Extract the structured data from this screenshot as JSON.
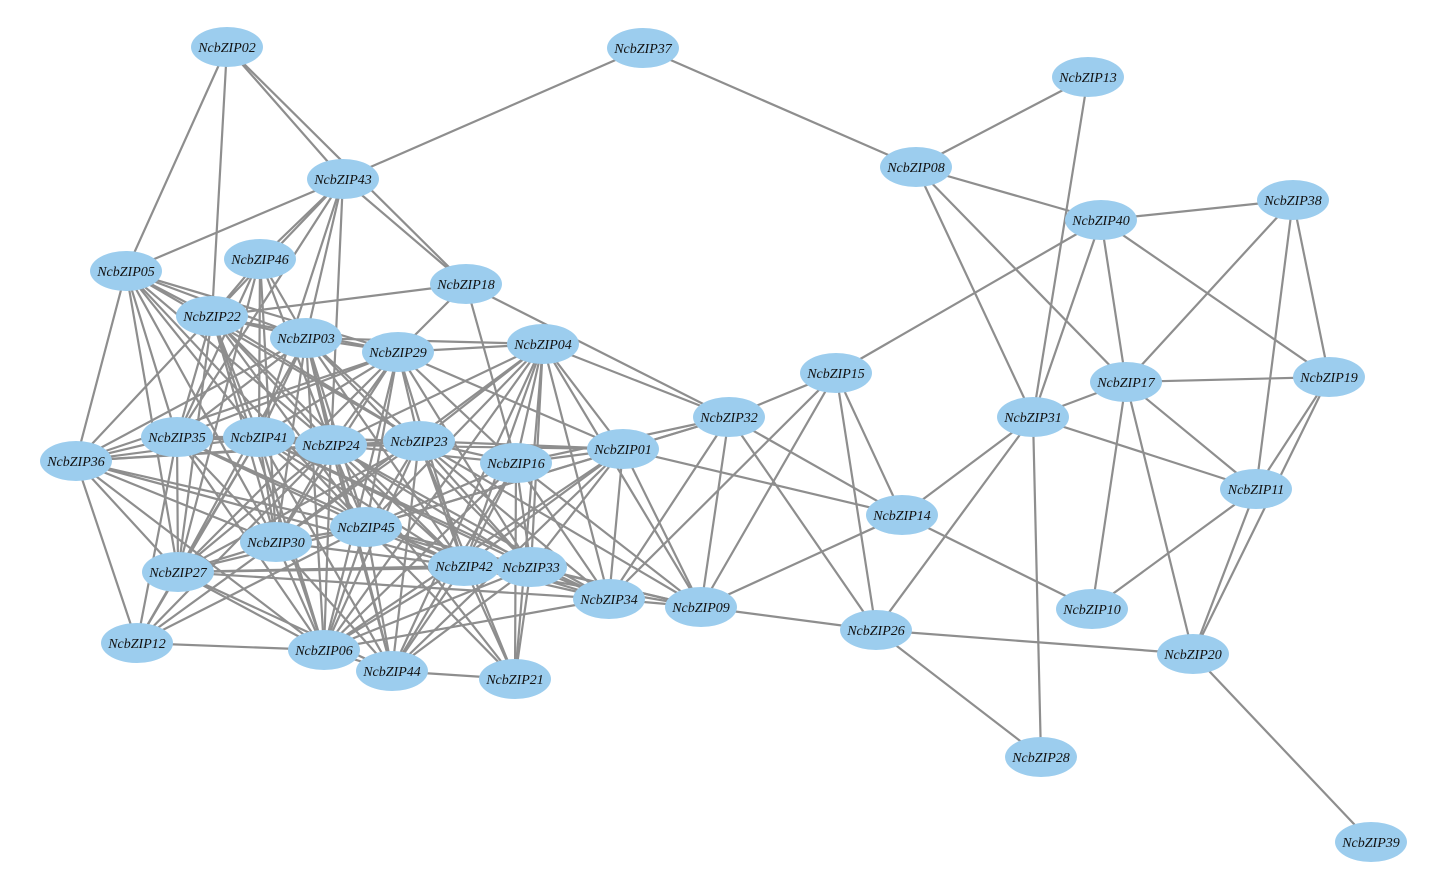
{
  "style": {
    "node_fill": "#9ccdee",
    "edge_color": "#8e8e8e"
  },
  "nodes": [
    "NcbZIP02",
    "NcbZIP37",
    "NcbZIP13",
    "NcbZIP43",
    "NcbZIP08",
    "NcbZIP38",
    "NcbZIP40",
    "NcbZIP46",
    "NcbZIP05",
    "NcbZIP18",
    "NcbZIP22",
    "NcbZIP03",
    "NcbZIP04",
    "NcbZIP29",
    "NcbZIP15",
    "NcbZIP17",
    "NcbZIP19",
    "NcbZIP31",
    "NcbZIP32",
    "NcbZIP35",
    "NcbZIP41",
    "NcbZIP23",
    "NcbZIP36",
    "NcbZIP24",
    "NcbZIP01",
    "NcbZIP16",
    "NcbZIP11",
    "NcbZIP14",
    "NcbZIP45",
    "NcbZIP30",
    "NcbZIP42",
    "NcbZIP33",
    "NcbZIP27",
    "NcbZIP34",
    "NcbZIP09",
    "NcbZIP10",
    "NcbZIP12",
    "NcbZIP26",
    "NcbZIP06",
    "NcbZIP20",
    "NcbZIP44",
    "NcbZIP21",
    "NcbZIP28",
    "NcbZIP39"
  ],
  "edges": [
    [
      "NcbZIP02",
      "NcbZIP43"
    ],
    [
      "NcbZIP02",
      "NcbZIP05"
    ],
    [
      "NcbZIP02",
      "NcbZIP22"
    ],
    [
      "NcbZIP02",
      "NcbZIP18"
    ],
    [
      "NcbZIP37",
      "NcbZIP43"
    ],
    [
      "NcbZIP37",
      "NcbZIP08"
    ],
    [
      "NcbZIP13",
      "NcbZIP08"
    ],
    [
      "NcbZIP13",
      "NcbZIP31"
    ],
    [
      "NcbZIP08",
      "NcbZIP40"
    ],
    [
      "NcbZIP08",
      "NcbZIP31"
    ],
    [
      "NcbZIP08",
      "NcbZIP17"
    ],
    [
      "NcbZIP40",
      "NcbZIP38"
    ],
    [
      "NcbZIP40",
      "NcbZIP15"
    ],
    [
      "NcbZIP40",
      "NcbZIP17"
    ],
    [
      "NcbZIP40",
      "NcbZIP19"
    ],
    [
      "NcbZIP40",
      "NcbZIP31"
    ],
    [
      "NcbZIP38",
      "NcbZIP17"
    ],
    [
      "NcbZIP38",
      "NcbZIP19"
    ],
    [
      "NcbZIP38",
      "NcbZIP11"
    ],
    [
      "NcbZIP17",
      "NcbZIP19"
    ],
    [
      "NcbZIP17",
      "NcbZIP31"
    ],
    [
      "NcbZIP17",
      "NcbZIP11"
    ],
    [
      "NcbZIP17",
      "NcbZIP10"
    ],
    [
      "NcbZIP17",
      "NcbZIP20"
    ],
    [
      "NcbZIP19",
      "NcbZIP11"
    ],
    [
      "NcbZIP19",
      "NcbZIP20"
    ],
    [
      "NcbZIP31",
      "NcbZIP11"
    ],
    [
      "NcbZIP31",
      "NcbZIP14"
    ],
    [
      "NcbZIP31",
      "NcbZIP26"
    ],
    [
      "NcbZIP31",
      "NcbZIP28"
    ],
    [
      "NcbZIP11",
      "NcbZIP10"
    ],
    [
      "NcbZIP11",
      "NcbZIP20"
    ],
    [
      "NcbZIP20",
      "NcbZIP26"
    ],
    [
      "NcbZIP20",
      "NcbZIP39"
    ],
    [
      "NcbZIP26",
      "NcbZIP28"
    ],
    [
      "NcbZIP26",
      "NcbZIP09"
    ],
    [
      "NcbZIP26",
      "NcbZIP15"
    ],
    [
      "NcbZIP26",
      "NcbZIP32"
    ],
    [
      "NcbZIP14",
      "NcbZIP10"
    ],
    [
      "NcbZIP14",
      "NcbZIP15"
    ],
    [
      "NcbZIP14",
      "NcbZIP32"
    ],
    [
      "NcbZIP14",
      "NcbZIP01"
    ],
    [
      "NcbZIP14",
      "NcbZIP09"
    ],
    [
      "NcbZIP15",
      "NcbZIP32"
    ],
    [
      "NcbZIP15",
      "NcbZIP09"
    ],
    [
      "NcbZIP15",
      "NcbZIP34"
    ],
    [
      "NcbZIP32",
      "NcbZIP01"
    ],
    [
      "NcbZIP32",
      "NcbZIP04"
    ],
    [
      "NcbZIP32",
      "NcbZIP18"
    ],
    [
      "NcbZIP32",
      "NcbZIP09"
    ],
    [
      "NcbZIP32",
      "NcbZIP16"
    ],
    [
      "NcbZIP32",
      "NcbZIP45"
    ],
    [
      "NcbZIP32",
      "NcbZIP34"
    ],
    [
      "NcbZIP09",
      "NcbZIP01"
    ],
    [
      "NcbZIP09",
      "NcbZIP34"
    ],
    [
      "NcbZIP09",
      "NcbZIP33"
    ],
    [
      "NcbZIP09",
      "NcbZIP04"
    ],
    [
      "NcbZIP09",
      "NcbZIP16"
    ],
    [
      "NcbZIP09",
      "NcbZIP42"
    ],
    [
      "NcbZIP09",
      "NcbZIP23"
    ],
    [
      "NcbZIP43",
      "NcbZIP05"
    ],
    [
      "NcbZIP43",
      "NcbZIP46"
    ],
    [
      "NcbZIP43",
      "NcbZIP22"
    ],
    [
      "NcbZIP43",
      "NcbZIP03"
    ],
    [
      "NcbZIP43",
      "NcbZIP18"
    ],
    [
      "NcbZIP43",
      "NcbZIP35"
    ],
    [
      "NcbZIP43",
      "NcbZIP41"
    ],
    [
      "NcbZIP43",
      "NcbZIP24"
    ],
    [
      "NcbZIP18",
      "NcbZIP22"
    ],
    [
      "NcbZIP18",
      "NcbZIP29"
    ],
    [
      "NcbZIP18",
      "NcbZIP16"
    ],
    [
      "NcbZIP05",
      "NcbZIP22"
    ],
    [
      "NcbZIP05",
      "NcbZIP03"
    ],
    [
      "NcbZIP05",
      "NcbZIP36"
    ],
    [
      "NcbZIP05",
      "NcbZIP35"
    ],
    [
      "NcbZIP05",
      "NcbZIP41"
    ],
    [
      "NcbZIP05",
      "NcbZIP24"
    ],
    [
      "NcbZIP05",
      "NcbZIP27"
    ],
    [
      "NcbZIP05",
      "NcbZIP30"
    ],
    [
      "NcbZIP05",
      "NcbZIP45"
    ],
    [
      "NcbZIP05",
      "NcbZIP29"
    ],
    [
      "NcbZIP05",
      "NcbZIP23"
    ],
    [
      "NcbZIP46",
      "NcbZIP22"
    ],
    [
      "NcbZIP46",
      "NcbZIP03"
    ],
    [
      "NcbZIP46",
      "NcbZIP35"
    ],
    [
      "NcbZIP46",
      "NcbZIP41"
    ],
    [
      "NcbZIP46",
      "NcbZIP24"
    ],
    [
      "NcbZIP46",
      "NcbZIP27"
    ],
    [
      "NcbZIP46",
      "NcbZIP30"
    ],
    [
      "NcbZIP22",
      "NcbZIP03"
    ],
    [
      "NcbZIP22",
      "NcbZIP29"
    ],
    [
      "NcbZIP22",
      "NcbZIP35"
    ],
    [
      "NcbZIP22",
      "NcbZIP41"
    ],
    [
      "NcbZIP22",
      "NcbZIP24"
    ],
    [
      "NcbZIP22",
      "NcbZIP36"
    ],
    [
      "NcbZIP22",
      "NcbZIP27"
    ],
    [
      "NcbZIP22",
      "NcbZIP30"
    ],
    [
      "NcbZIP22",
      "NcbZIP45"
    ],
    [
      "NcbZIP22",
      "NcbZIP23"
    ],
    [
      "NcbZIP22",
      "NcbZIP42"
    ],
    [
      "NcbZIP22",
      "NcbZIP06"
    ],
    [
      "NcbZIP03",
      "NcbZIP29"
    ],
    [
      "NcbZIP03",
      "NcbZIP04"
    ],
    [
      "NcbZIP03",
      "NcbZIP35"
    ],
    [
      "NcbZIP03",
      "NcbZIP41"
    ],
    [
      "NcbZIP03",
      "NcbZIP24"
    ],
    [
      "NcbZIP03",
      "NcbZIP23"
    ],
    [
      "NcbZIP03",
      "NcbZIP36"
    ],
    [
      "NcbZIP03",
      "NcbZIP27"
    ],
    [
      "NcbZIP03",
      "NcbZIP30"
    ],
    [
      "NcbZIP03",
      "NcbZIP45"
    ],
    [
      "NcbZIP03",
      "NcbZIP42"
    ],
    [
      "NcbZIP03",
      "NcbZIP33"
    ],
    [
      "NcbZIP03",
      "NcbZIP06"
    ],
    [
      "NcbZIP03",
      "NcbZIP44"
    ],
    [
      "NcbZIP29",
      "NcbZIP04"
    ],
    [
      "NcbZIP29",
      "NcbZIP35"
    ],
    [
      "NcbZIP29",
      "NcbZIP41"
    ],
    [
      "NcbZIP29",
      "NcbZIP24"
    ],
    [
      "NcbZIP29",
      "NcbZIP23"
    ],
    [
      "NcbZIP29",
      "NcbZIP16"
    ],
    [
      "NcbZIP29",
      "NcbZIP01"
    ],
    [
      "NcbZIP29",
      "NcbZIP36"
    ],
    [
      "NcbZIP29",
      "NcbZIP27"
    ],
    [
      "NcbZIP29",
      "NcbZIP30"
    ],
    [
      "NcbZIP29",
      "NcbZIP45"
    ],
    [
      "NcbZIP29",
      "NcbZIP42"
    ],
    [
      "NcbZIP29",
      "NcbZIP33"
    ],
    [
      "NcbZIP29",
      "NcbZIP06"
    ],
    [
      "NcbZIP04",
      "NcbZIP24"
    ],
    [
      "NcbZIP04",
      "NcbZIP23"
    ],
    [
      "NcbZIP04",
      "NcbZIP16"
    ],
    [
      "NcbZIP04",
      "NcbZIP01"
    ],
    [
      "NcbZIP04",
      "NcbZIP45"
    ],
    [
      "NcbZIP04",
      "NcbZIP42"
    ],
    [
      "NcbZIP04",
      "NcbZIP33"
    ],
    [
      "NcbZIP04",
      "NcbZIP34"
    ],
    [
      "NcbZIP04",
      "NcbZIP06"
    ],
    [
      "NcbZIP04",
      "NcbZIP44"
    ],
    [
      "NcbZIP04",
      "NcbZIP21"
    ],
    [
      "NcbZIP04",
      "NcbZIP30"
    ],
    [
      "NcbZIP01",
      "NcbZIP16"
    ],
    [
      "NcbZIP01",
      "NcbZIP23"
    ],
    [
      "NcbZIP01",
      "NcbZIP24"
    ],
    [
      "NcbZIP01",
      "NcbZIP42"
    ],
    [
      "NcbZIP01",
      "NcbZIP33"
    ],
    [
      "NcbZIP01",
      "NcbZIP34"
    ],
    [
      "NcbZIP01",
      "NcbZIP45"
    ],
    [
      "NcbZIP01",
      "NcbZIP06"
    ],
    [
      "NcbZIP01",
      "NcbZIP44"
    ],
    [
      "NcbZIP16",
      "NcbZIP23"
    ],
    [
      "NcbZIP16",
      "NcbZIP24"
    ],
    [
      "NcbZIP16",
      "NcbZIP42"
    ],
    [
      "NcbZIP16",
      "NcbZIP33"
    ],
    [
      "NcbZIP16",
      "NcbZIP34"
    ],
    [
      "NcbZIP16",
      "NcbZIP21"
    ],
    [
      "NcbZIP16",
      "NcbZIP44"
    ],
    [
      "NcbZIP16",
      "NcbZIP45"
    ],
    [
      "NcbZIP16",
      "NcbZIP06"
    ],
    [
      "NcbZIP23",
      "NcbZIP24"
    ],
    [
      "NcbZIP23",
      "NcbZIP41"
    ],
    [
      "NcbZIP23",
      "NcbZIP35"
    ],
    [
      "NcbZIP23",
      "NcbZIP45"
    ],
    [
      "NcbZIP23",
      "NcbZIP42"
    ],
    [
      "NcbZIP23",
      "NcbZIP33"
    ],
    [
      "NcbZIP23",
      "NcbZIP34"
    ],
    [
      "NcbZIP23",
      "NcbZIP30"
    ],
    [
      "NcbZIP23",
      "NcbZIP27"
    ],
    [
      "NcbZIP23",
      "NcbZIP06"
    ],
    [
      "NcbZIP23",
      "NcbZIP44"
    ],
    [
      "NcbZIP23",
      "NcbZIP21"
    ],
    [
      "NcbZIP23",
      "NcbZIP36"
    ],
    [
      "NcbZIP24",
      "NcbZIP41"
    ],
    [
      "NcbZIP24",
      "NcbZIP35"
    ],
    [
      "NcbZIP24",
      "NcbZIP36"
    ],
    [
      "NcbZIP24",
      "NcbZIP45"
    ],
    [
      "NcbZIP24",
      "NcbZIP30"
    ],
    [
      "NcbZIP24",
      "NcbZIP27"
    ],
    [
      "NcbZIP24",
      "NcbZIP42"
    ],
    [
      "NcbZIP24",
      "NcbZIP33"
    ],
    [
      "NcbZIP24",
      "NcbZIP34"
    ],
    [
      "NcbZIP24",
      "NcbZIP06"
    ],
    [
      "NcbZIP24",
      "NcbZIP44"
    ],
    [
      "NcbZIP24",
      "NcbZIP21"
    ],
    [
      "NcbZIP24",
      "NcbZIP12"
    ],
    [
      "NcbZIP41",
      "NcbZIP35"
    ],
    [
      "NcbZIP41",
      "NcbZIP36"
    ],
    [
      "NcbZIP41",
      "NcbZIP30"
    ],
    [
      "NcbZIP41",
      "NcbZIP27"
    ],
    [
      "NcbZIP41",
      "NcbZIP45"
    ],
    [
      "NcbZIP41",
      "NcbZIP42"
    ],
    [
      "NcbZIP41",
      "NcbZIP33"
    ],
    [
      "NcbZIP41",
      "NcbZIP06"
    ],
    [
      "NcbZIP41",
      "NcbZIP44"
    ],
    [
      "NcbZIP41",
      "NcbZIP12"
    ],
    [
      "NcbZIP41",
      "NcbZIP34"
    ],
    [
      "NcbZIP35",
      "NcbZIP36"
    ],
    [
      "NcbZIP35",
      "NcbZIP27"
    ],
    [
      "NcbZIP35",
      "NcbZIP30"
    ],
    [
      "NcbZIP35",
      "NcbZIP45"
    ],
    [
      "NcbZIP35",
      "NcbZIP12"
    ],
    [
      "NcbZIP35",
      "NcbZIP06"
    ],
    [
      "NcbZIP35",
      "NcbZIP42"
    ],
    [
      "NcbZIP36",
      "NcbZIP27"
    ],
    [
      "NcbZIP36",
      "NcbZIP12"
    ],
    [
      "NcbZIP36",
      "NcbZIP30"
    ],
    [
      "NcbZIP36",
      "NcbZIP45"
    ],
    [
      "NcbZIP36",
      "NcbZIP06"
    ],
    [
      "NcbZIP36",
      "NcbZIP42"
    ],
    [
      "NcbZIP45",
      "NcbZIP30"
    ],
    [
      "NcbZIP45",
      "NcbZIP27"
    ],
    [
      "NcbZIP45",
      "NcbZIP42"
    ],
    [
      "NcbZIP45",
      "NcbZIP33"
    ],
    [
      "NcbZIP45",
      "NcbZIP34"
    ],
    [
      "NcbZIP45",
      "NcbZIP06"
    ],
    [
      "NcbZIP45",
      "NcbZIP44"
    ],
    [
      "NcbZIP45",
      "NcbZIP21"
    ],
    [
      "NcbZIP45",
      "NcbZIP12"
    ],
    [
      "NcbZIP45",
      "NcbZIP09"
    ],
    [
      "NcbZIP30",
      "NcbZIP27"
    ],
    [
      "NcbZIP30",
      "NcbZIP06"
    ],
    [
      "NcbZIP30",
      "NcbZIP12"
    ],
    [
      "NcbZIP30",
      "NcbZIP42"
    ],
    [
      "NcbZIP30",
      "NcbZIP44"
    ],
    [
      "NcbZIP42",
      "NcbZIP33"
    ],
    [
      "NcbZIP42",
      "NcbZIP34"
    ],
    [
      "NcbZIP42",
      "NcbZIP06"
    ],
    [
      "NcbZIP42",
      "NcbZIP44"
    ],
    [
      "NcbZIP42",
      "NcbZIP21"
    ],
    [
      "NcbZIP42",
      "NcbZIP27"
    ],
    [
      "NcbZIP33",
      "NcbZIP34"
    ],
    [
      "NcbZIP33",
      "NcbZIP06"
    ],
    [
      "NcbZIP33",
      "NcbZIP44"
    ],
    [
      "NcbZIP33",
      "NcbZIP21"
    ],
    [
      "NcbZIP33",
      "NcbZIP27"
    ],
    [
      "NcbZIP34",
      "NcbZIP06"
    ],
    [
      "NcbZIP34",
      "NcbZIP27"
    ],
    [
      "NcbZIP27",
      "NcbZIP12"
    ],
    [
      "NcbZIP27",
      "NcbZIP06"
    ],
    [
      "NcbZIP27",
      "NcbZIP44"
    ],
    [
      "NcbZIP12",
      "NcbZIP06"
    ],
    [
      "NcbZIP06",
      "NcbZIP44"
    ],
    [
      "NcbZIP44",
      "NcbZIP21"
    ]
  ]
}
